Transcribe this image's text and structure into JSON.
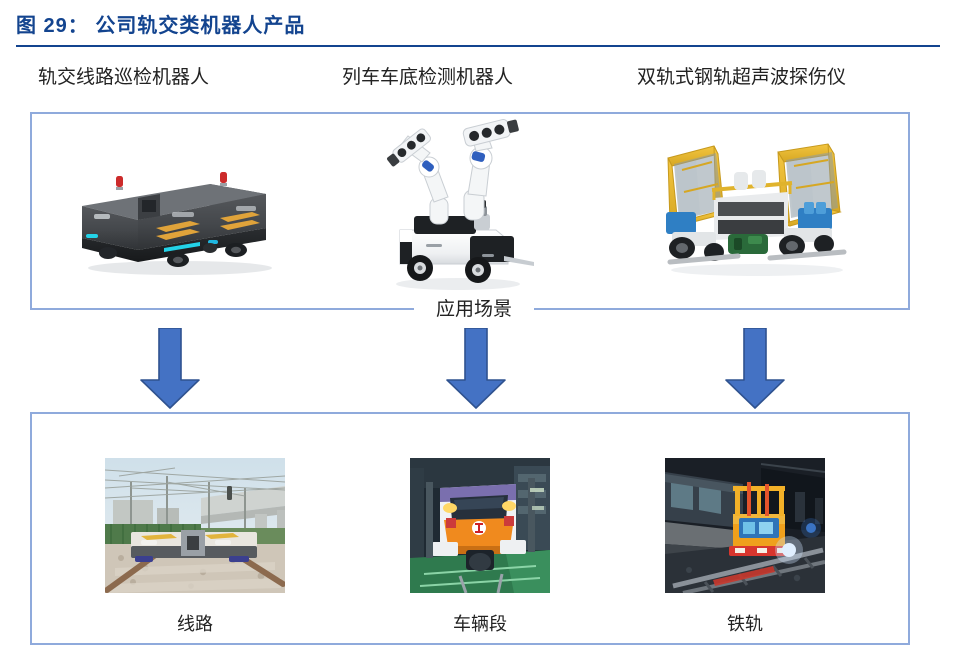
{
  "figure": {
    "title": "图 29： 公司轨交类机器人产品",
    "title_color": "#13448f",
    "rule_color": "#13448f"
  },
  "colors": {
    "box_border": "#8faadc",
    "arrow_fill": "#4472c4",
    "arrow_stroke": "#2f528f",
    "text": "#222222"
  },
  "products": {
    "headers": [
      {
        "label": "轨交线路巡检机器人",
        "icon": "rail-line-inspection-robot"
      },
      {
        "label": "列车车底检测机器人",
        "icon": "train-underbody-inspection-robot"
      },
      {
        "label": "双轨式钢轨超声波探伤仪",
        "icon": "dual-rail-ultrasonic-flaw-detector"
      }
    ]
  },
  "connector": {
    "label": "应用场景",
    "arrows": [
      {
        "name": "arrow-line"
      },
      {
        "name": "arrow-depot"
      },
      {
        "name": "arrow-rail"
      }
    ]
  },
  "scenes": {
    "items": [
      {
        "caption": "线路",
        "photo": "railway-track-outdoor-photo"
      },
      {
        "caption": "车辆段",
        "photo": "metro-train-depot-photo"
      },
      {
        "caption": "铁轨",
        "photo": "night-rail-maintenance-photo"
      }
    ]
  }
}
